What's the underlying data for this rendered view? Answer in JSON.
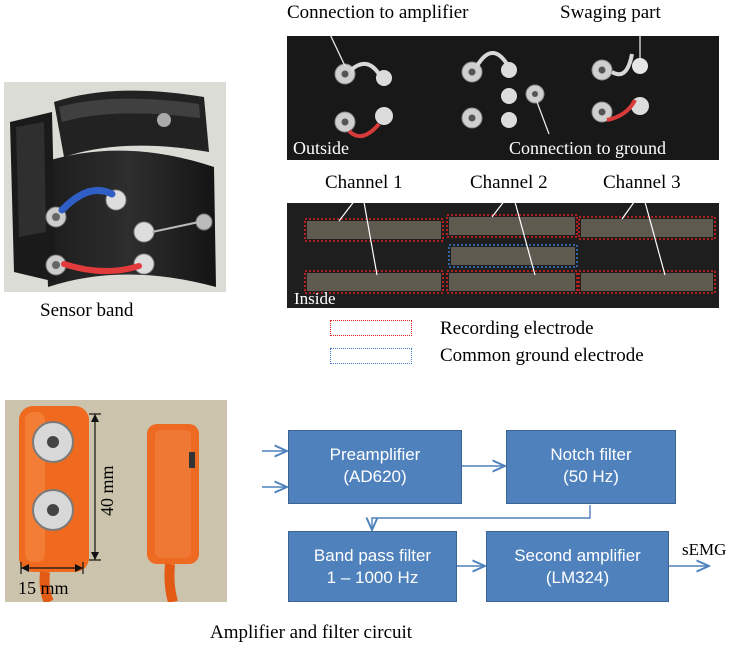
{
  "sensor_band": {
    "caption": "Sensor band"
  },
  "outside_panel": {
    "label_connection_amplifier": "Connection to amplifier",
    "label_swaging": "Swaging part",
    "label_outside": "Outside",
    "label_connection_ground": "Connection to ground"
  },
  "inside_panel": {
    "channels": [
      "Channel 1",
      "Channel 2",
      "Channel 3"
    ],
    "label_inside": "Inside"
  },
  "legend": {
    "recording": "Recording  electrode",
    "recording_color": "#e0201e",
    "ground": "Common ground electrode",
    "ground_color": "#3a78c8"
  },
  "amplifier_photo": {
    "dim_height": "40 mm",
    "dim_width": "15 mm",
    "caption": "Amplifier and filter circuit"
  },
  "block_diagram": {
    "box_color": "#4f81bd",
    "preamp": [
      "Preamplifier",
      "(AD620)"
    ],
    "notch": [
      "Notch filter",
      "(50 Hz)"
    ],
    "bandpass": [
      "Band pass filter",
      "1 – 1000 Hz"
    ],
    "second_amp": [
      "Second amplifier",
      "(LM324)"
    ],
    "output": "sEMG"
  }
}
